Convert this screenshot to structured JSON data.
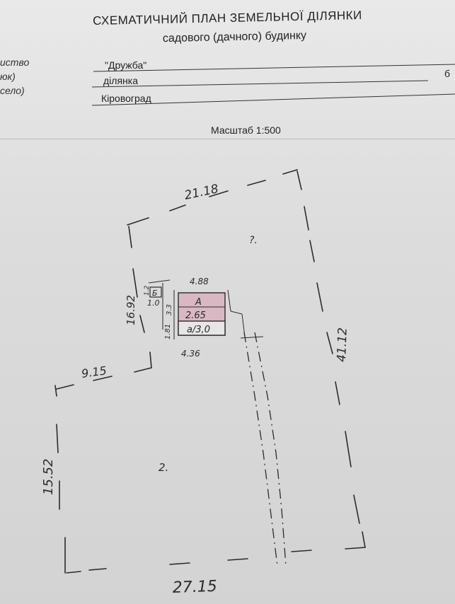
{
  "header": {
    "title": "СХЕМАТИЧНИЙ ПЛАН ЗЕМЕЛЬНОЇ ДІЛЯНКИ",
    "subtitle": "садового (дачного) будинку"
  },
  "form": {
    "row1_label": "иство",
    "row1_value": "\"Дружба\"",
    "row2_label": "юк)",
    "row2_value": "ділянка",
    "row2_tail": "б",
    "row3_label": "село)",
    "row3_value": "Кіровоград"
  },
  "scale": "Масштаб 1:500",
  "plan": {
    "dim_top": "21.18",
    "dim_left_upper": "16.92",
    "dim_left_step": "9.15",
    "dim_left_lower": "15.52",
    "dim_right": "41.12",
    "dim_bottom": "27.15",
    "area_marker_upper": "?.",
    "area_marker_lower": "2.",
    "building": {
      "dim_top": "4.88",
      "dim_bottom": "4.36",
      "dim_side_upper": "3.3",
      "dim_side_lower": "1.81",
      "dim_small_1": "1.2",
      "dim_small_2": "1.0",
      "annex_label": "Б",
      "main_label": "А",
      "main_value": "2.65",
      "porch_label": "а/3,0"
    }
  },
  "colors": {
    "paper": "#e3e3e3",
    "ink_print": "#222222",
    "ink_pen": "#2b2b2b",
    "building_fill": "#d9b8c4"
  }
}
